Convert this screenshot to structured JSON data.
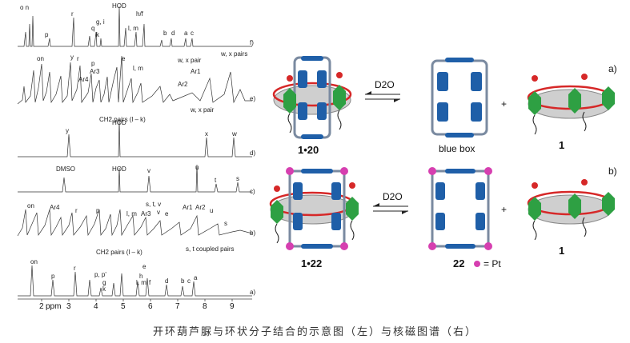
{
  "caption": "开环葫芦脲与环状分子结合的示意图（左）与核磁图谱（右）",
  "spectra": {
    "traces": [
      {
        "id": "f",
        "label": "f)",
        "peaks": [
          "o n",
          "r",
          "HOD",
          "h/f",
          "g, i",
          "q",
          "k",
          "l, m",
          "p",
          "d",
          "b",
          "a",
          "c"
        ]
      },
      {
        "id": "e",
        "label": "e)",
        "peaks": [
          "on",
          "y",
          "r",
          "e",
          "p",
          "Ar4",
          "Ar3",
          "Ar2",
          "Ar1",
          "l, m",
          "w, x pairs",
          "w, x pair",
          "w, x pair",
          "CH2 pairs (l – k)"
        ]
      },
      {
        "id": "d",
        "label": "d)",
        "peaks": [
          "y",
          "HOD",
          "x",
          "w"
        ]
      },
      {
        "id": "c",
        "label": "c)",
        "peaks": [
          "DMSO",
          "HOD",
          "v",
          "u",
          "t",
          "s"
        ]
      },
      {
        "id": "b",
        "label": "b)",
        "peaks": [
          "on",
          "Ar4",
          "r",
          "p",
          "l, m",
          "Ar3",
          "v",
          "e",
          "s, t, v",
          "Ar1",
          "Ar2",
          "u",
          "s",
          "s, t coupled pairs",
          "CH2 pairs (l – k)"
        ]
      },
      {
        "id": "a",
        "label": "a)",
        "peaks": [
          "on",
          "p",
          "r",
          "p, p'",
          "g",
          "k",
          "e",
          "h",
          "l, m",
          "f",
          "d",
          "b",
          "c",
          "a"
        ]
      }
    ],
    "axis": {
      "unit": "ppm",
      "ticks": [
        "2",
        "3",
        "4",
        "5",
        "6",
        "7",
        "8",
        "9"
      ]
    }
  },
  "schemes": {
    "top": {
      "label": "a)",
      "reagent": "D2O",
      "host": "1",
      "guest": "blue box",
      "complex": "1•20"
    },
    "bottom": {
      "label": "b)",
      "reagent": "D2O",
      "host": "1",
      "guest": "22",
      "legend": "= Pt",
      "complex": "1•22"
    }
  },
  "colors": {
    "ring": "#bdbdbd",
    "ring_red": "#d62828",
    "green": "#2ea043",
    "blue": "#1f5fa8",
    "pt": "#d63fb0"
  }
}
